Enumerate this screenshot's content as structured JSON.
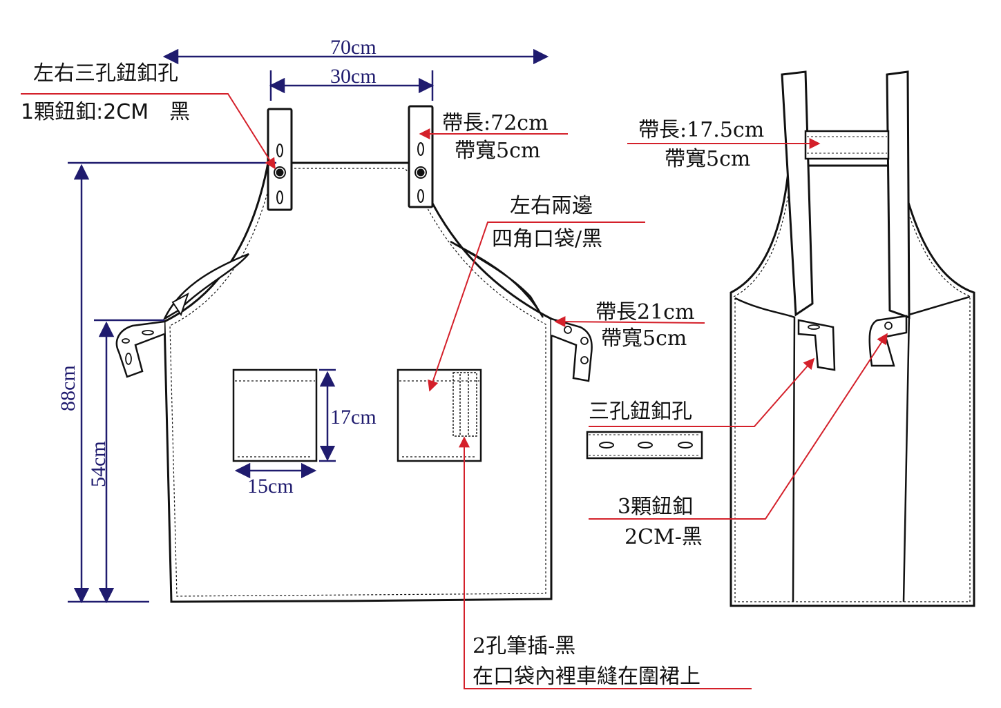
{
  "colors": {
    "outline": "#111111",
    "dimension": "#1f1b6e",
    "leader": "#d4202a",
    "background": "#ffffff"
  },
  "dimensions": {
    "total_width": "70cm",
    "strap_gap": "30cm",
    "total_height": "88cm",
    "side_height": "54cm",
    "pocket_height": "17cm",
    "pocket_width": "15cm"
  },
  "labels": {
    "button_holes_title": "左右三孔鈕釦孔",
    "button_spec": "1顆鈕釦:2CM　黑",
    "neck_strap_length": "帶長:72cm",
    "neck_strap_width": "帶寬5cm",
    "pockets_title": "左右兩邊",
    "pockets_spec": "四角口袋/黑",
    "side_strap_length": "帶長21cm",
    "side_strap_width": "帶寬5cm",
    "back_strap_length": "帶長:17.5cm",
    "back_strap_width": "帶寬5cm",
    "three_hole_title": "三孔鈕釦孔",
    "three_buttons_title": "3顆鈕釦",
    "three_buttons_spec": "2CM-黑",
    "pen_holder_title": "2孔筆插-黑",
    "pen_holder_spec": "在口袋內裡車縫在圍裙上"
  }
}
